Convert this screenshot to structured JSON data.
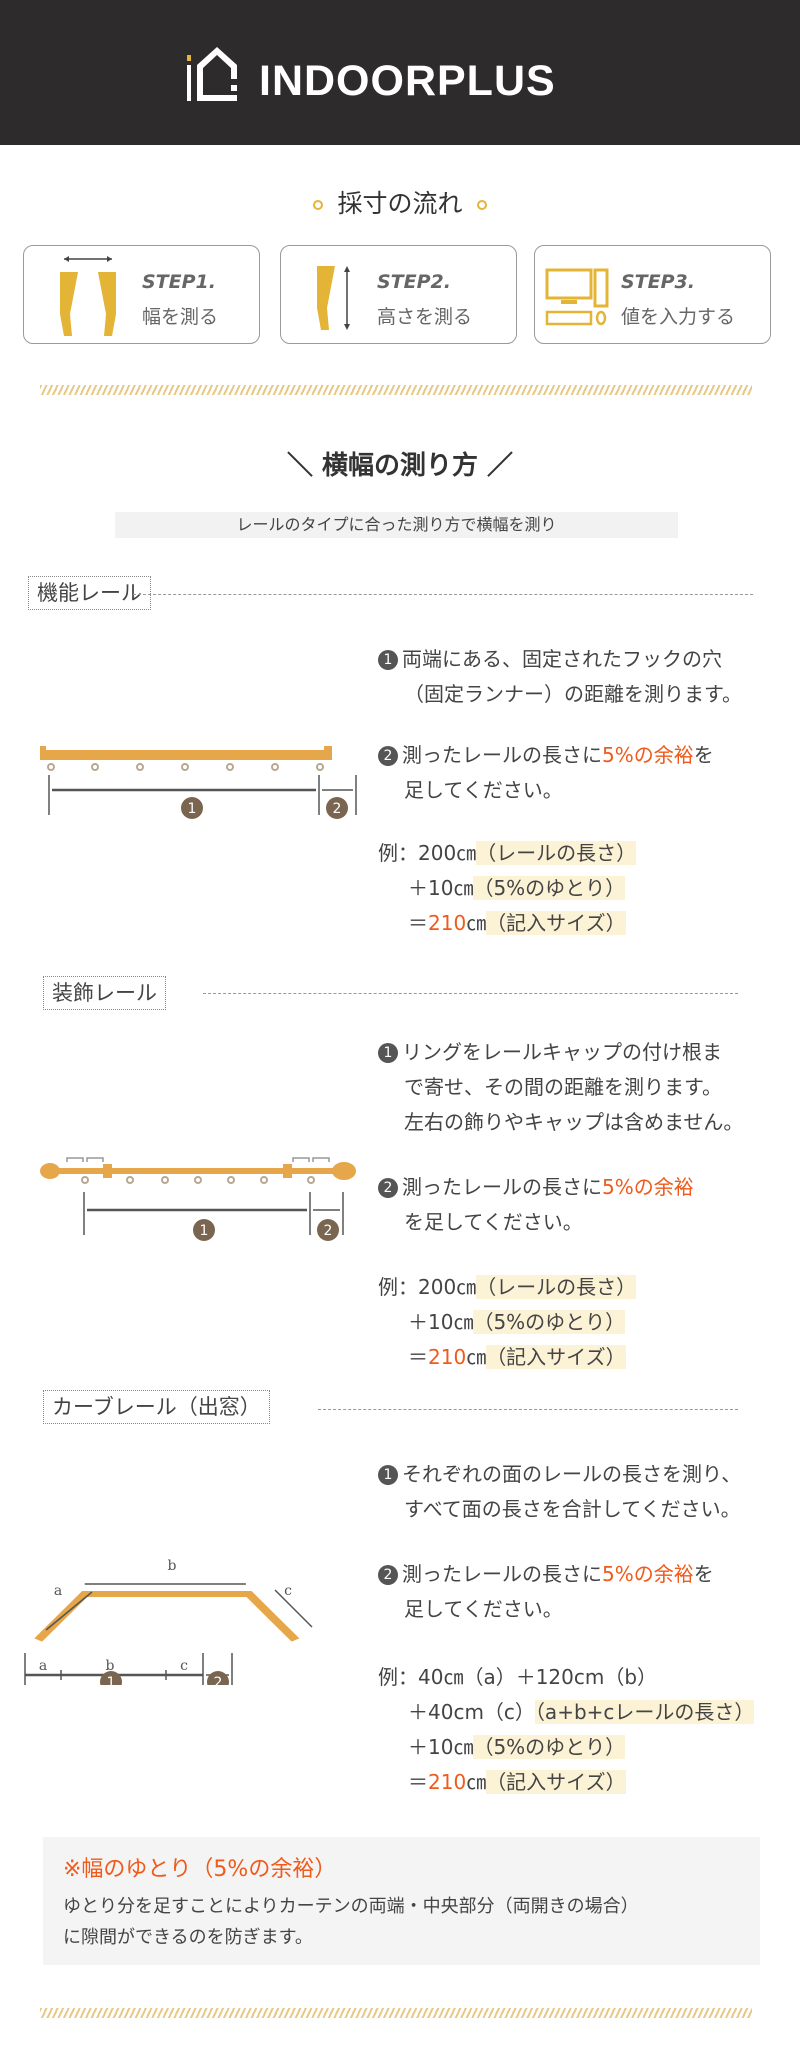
{
  "brand": {
    "name": "INDOORPLUS"
  },
  "flow": {
    "title": "採寸の流れ",
    "steps": [
      {
        "label": "STEP1.",
        "text": "幅を測る",
        "icon": "curtain-width-icon"
      },
      {
        "label": "STEP2.",
        "text": "高さを測る",
        "icon": "curtain-height-icon"
      },
      {
        "label": "STEP3.",
        "text": "値を入力する",
        "icon": "computer-icon"
      }
    ]
  },
  "width": {
    "title": "＼ 横幅の測り方 ／",
    "subtitle": "レールのタイプに合った測り方で横幅を測り"
  },
  "sections": [
    {
      "label": "機能レール",
      "p1": [
        "両端にある、固定されたフックの穴",
        "（固定ランナー）の距離を測ります。"
      ],
      "p2a": "測ったレールの長さに",
      "p2b": "5%の余裕",
      "p2c": "を",
      "p2d": "足してください。",
      "ex": [
        [
          "例：200㎝",
          "（レールの長さ）"
        ],
        [
          "＋10㎝",
          "（5%のゆとり）"
        ],
        [
          "＝",
          "210",
          "㎝",
          "（記入サイズ）"
        ]
      ]
    },
    {
      "label": "装飾レール",
      "p1": [
        "リングをレールキャップの付け根ま",
        "で寄せ、その間の距離を測ります。",
        "左右の飾りやキャップは含めません。"
      ],
      "p2a": "測ったレールの長さに",
      "p2b": "5%の余裕",
      "p2c": "",
      "p2d": "を足してください。",
      "ex": [
        [
          "例：200㎝",
          "（レールの長さ）"
        ],
        [
          "＋10㎝",
          "（5%のゆとり）"
        ],
        [
          "＝",
          "210",
          "㎝",
          "（記入サイズ）"
        ]
      ]
    },
    {
      "label": "カーブレール（出窓）",
      "p1": [
        "それぞれの面のレールの長さを測り、",
        "すべて面の長さを合計してください。"
      ],
      "p2a": "測ったレールの長さに",
      "p2b": "5%の余裕",
      "p2c": "を",
      "p2d": "足してください。",
      "ex": [
        [
          "例：40㎝（a）＋120cm（b）"
        ],
        [
          "＋40cm（c）",
          "（a+b+cレールの長さ）"
        ],
        [
          "＋10㎝",
          "（5%のゆとり）"
        ],
        [
          "＝",
          "210",
          "㎝",
          "（記入サイズ）"
        ]
      ],
      "diagram": {
        "labels": [
          "a",
          "b",
          "c"
        ]
      }
    }
  ],
  "markers": [
    "1",
    "2"
  ],
  "note": {
    "title": "※幅のゆとり（5%の余裕）",
    "body": [
      "ゆとり分を足すことによりカーテンの両端・中央部分（両開きの場合）",
      "に隙間ができるのを防ぎます。"
    ]
  },
  "colors": {
    "accent": "#f05a1a",
    "gold": "#e4b437",
    "header": "#2d2b2b",
    "highlight": "#fcf2d6"
  }
}
